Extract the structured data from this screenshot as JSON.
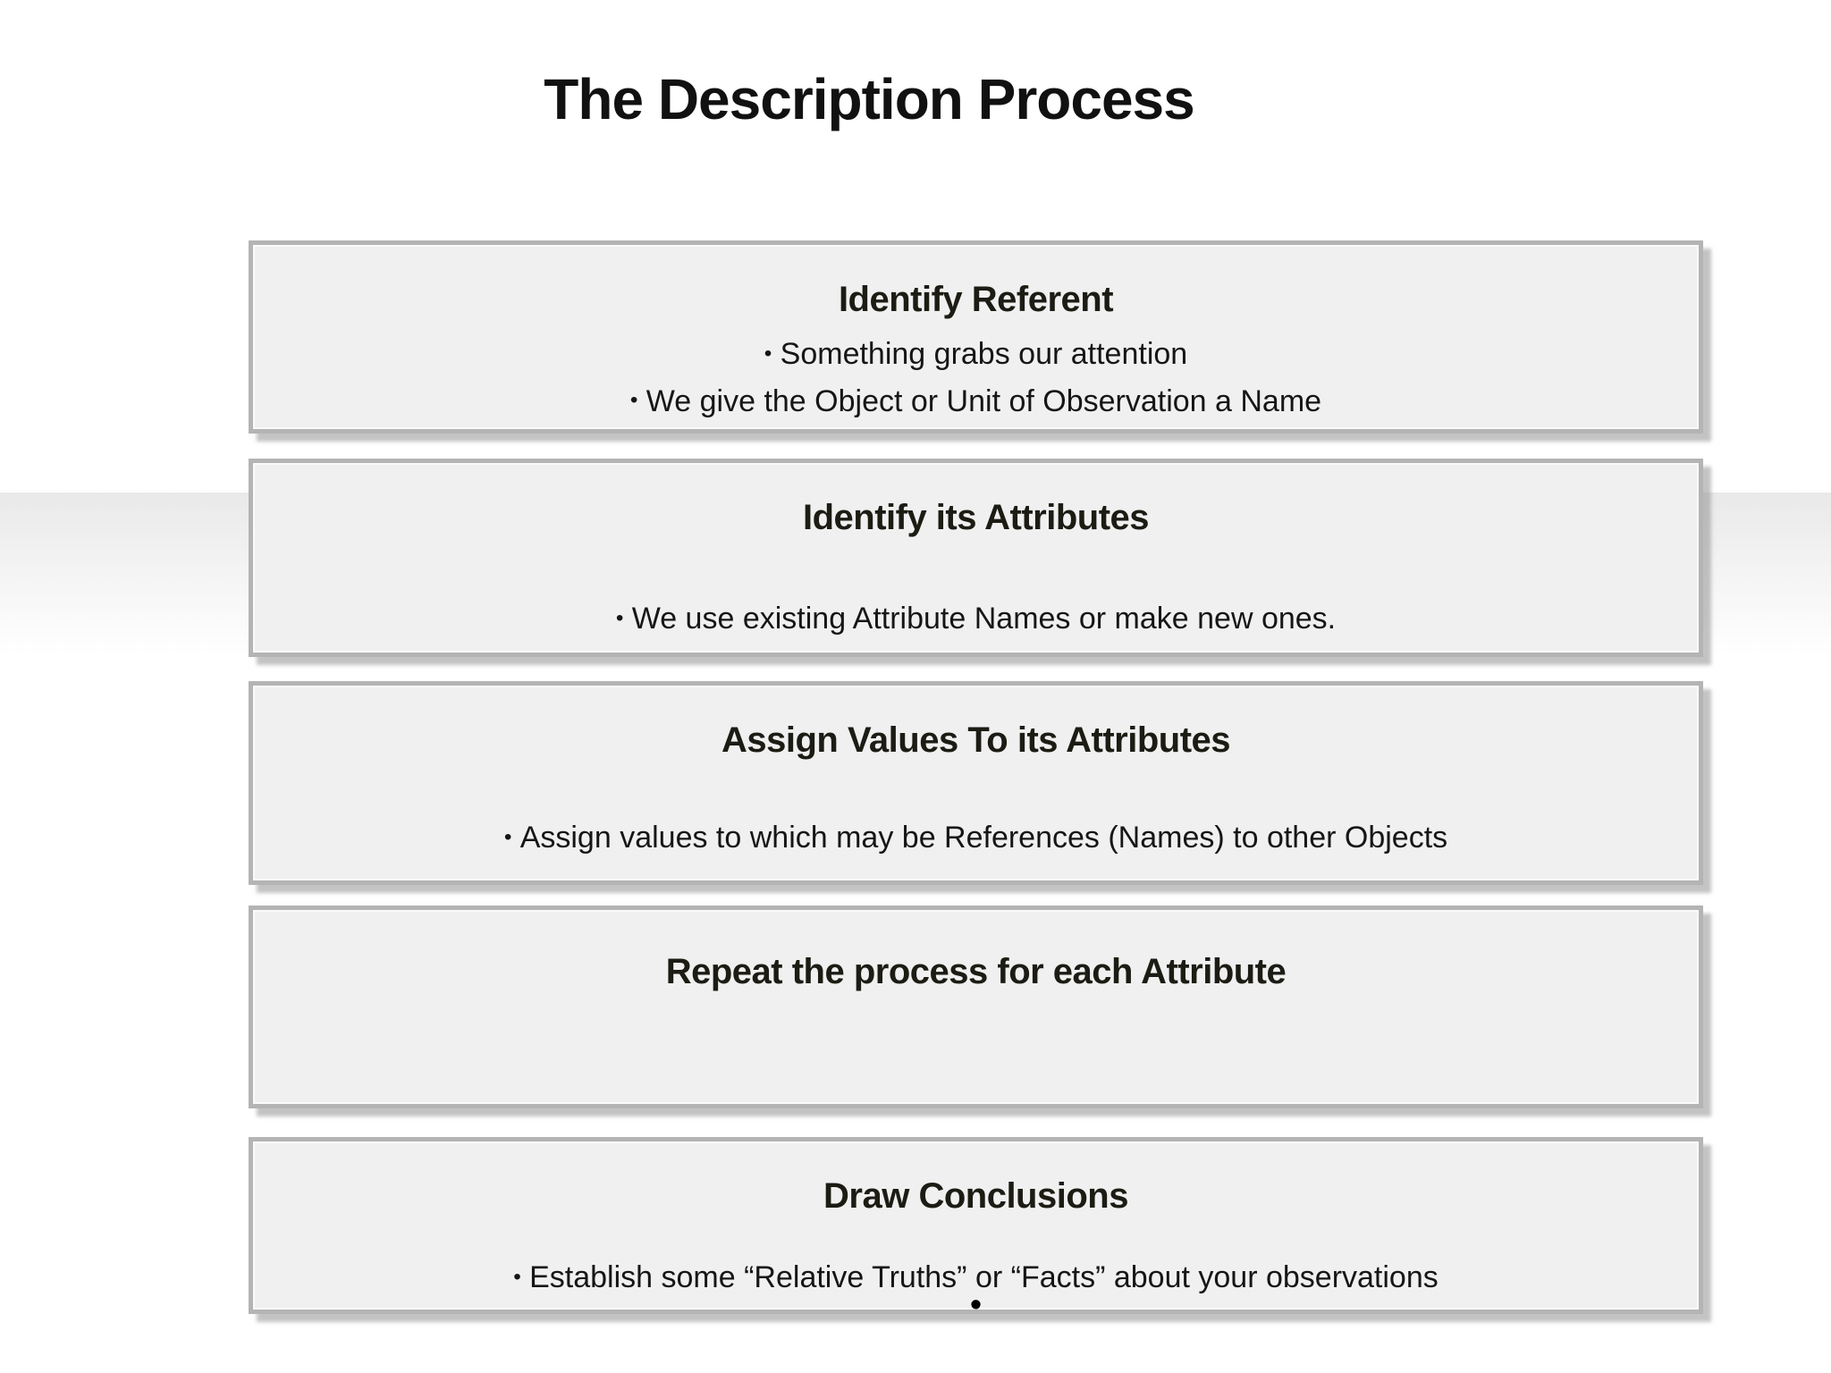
{
  "title": "The Description Process",
  "bullet_char": "•",
  "boxes": [
    {
      "heading": "Identify Referent",
      "bullets": [
        "Something grabs our attention",
        "We give the Object or Unit of Observation a Name"
      ]
    },
    {
      "heading": "Identify its Attributes",
      "bullets": [
        "We use existing Attribute Names or make new ones."
      ]
    },
    {
      "heading": "Assign Values To its Attributes",
      "bullets": [
        "Assign values to which may be References (Names) to other Objects"
      ]
    },
    {
      "heading": "Repeat the process for each Attribute",
      "bullets": []
    },
    {
      "heading": "Draw Conclusions",
      "bullets": [
        "Establish some “Relative Truths” or “Facts” about your observations"
      ],
      "has_trailing_empty_bullet": true
    }
  ],
  "colors": {
    "box_fill": "#f0f0f0",
    "box_border": "#b4b4b4",
    "box_shadow": "#919191",
    "band_top": "#e9e9e9",
    "text": "#1a1a1a"
  }
}
